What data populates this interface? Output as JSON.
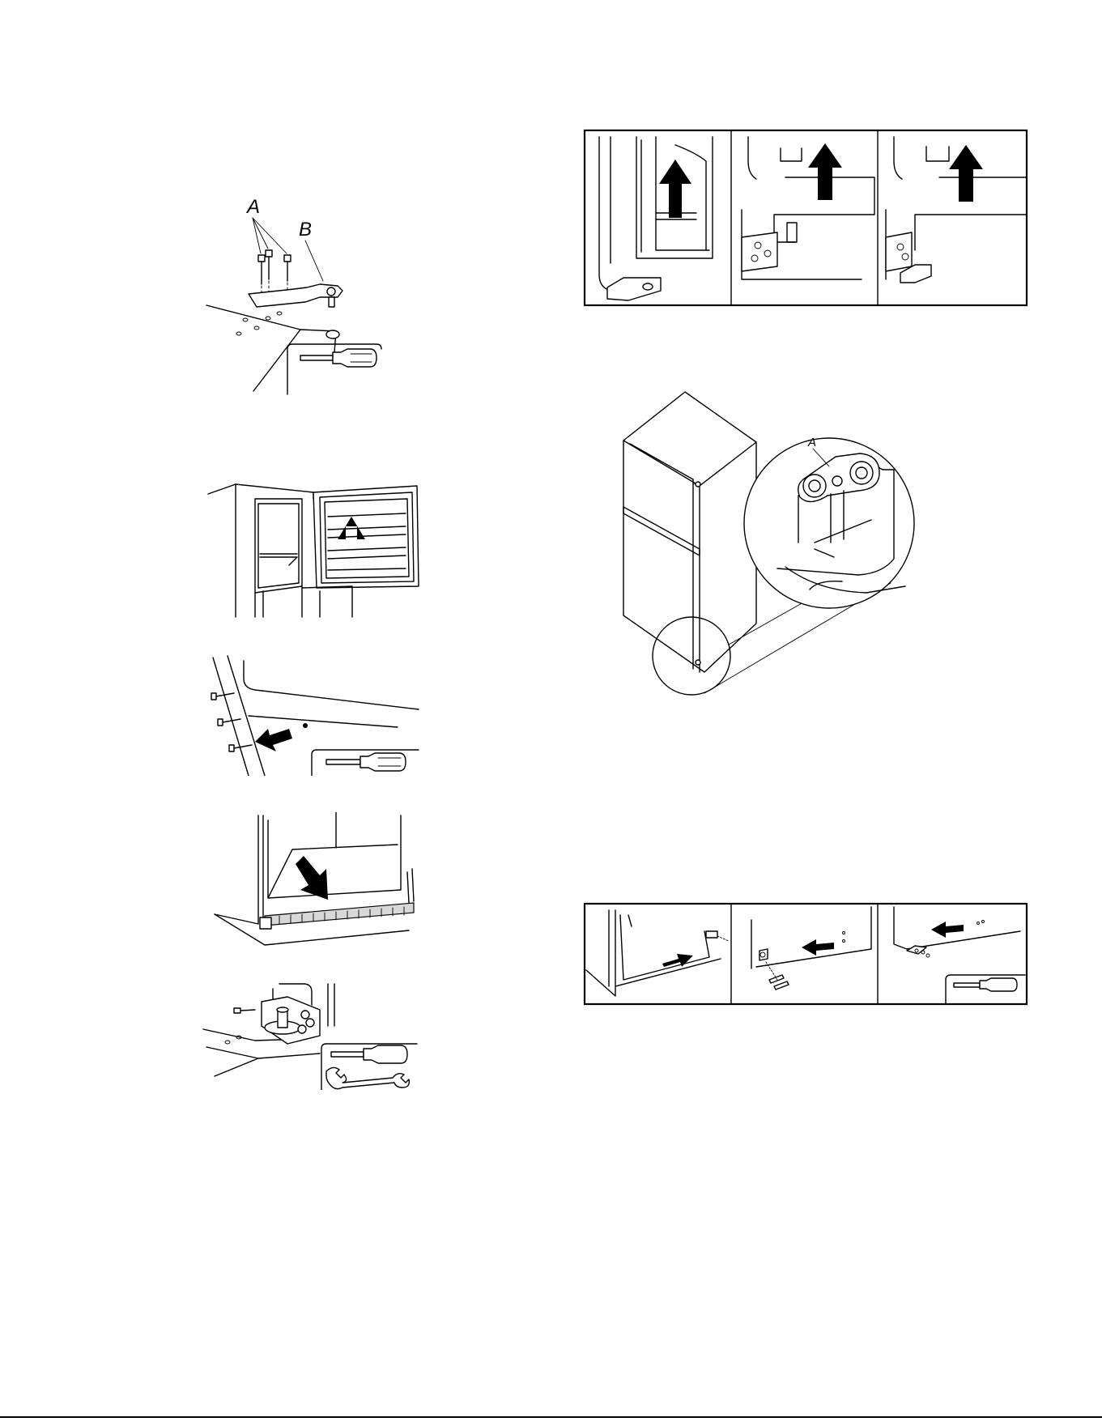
{
  "callouts": {
    "hinge_screws": "A",
    "top_hinge": "B",
    "hinge_detail": "A"
  },
  "icons": {
    "tools": [
      "screwdriver-icon",
      "wrench-icon"
    ],
    "arrows": [
      "arrow-up-icon",
      "arrow-left-icon",
      "arrow-down-right-icon"
    ]
  },
  "colors": {
    "line": "#000000",
    "background": "#ffffff",
    "shade": "#d8d8d8"
  }
}
